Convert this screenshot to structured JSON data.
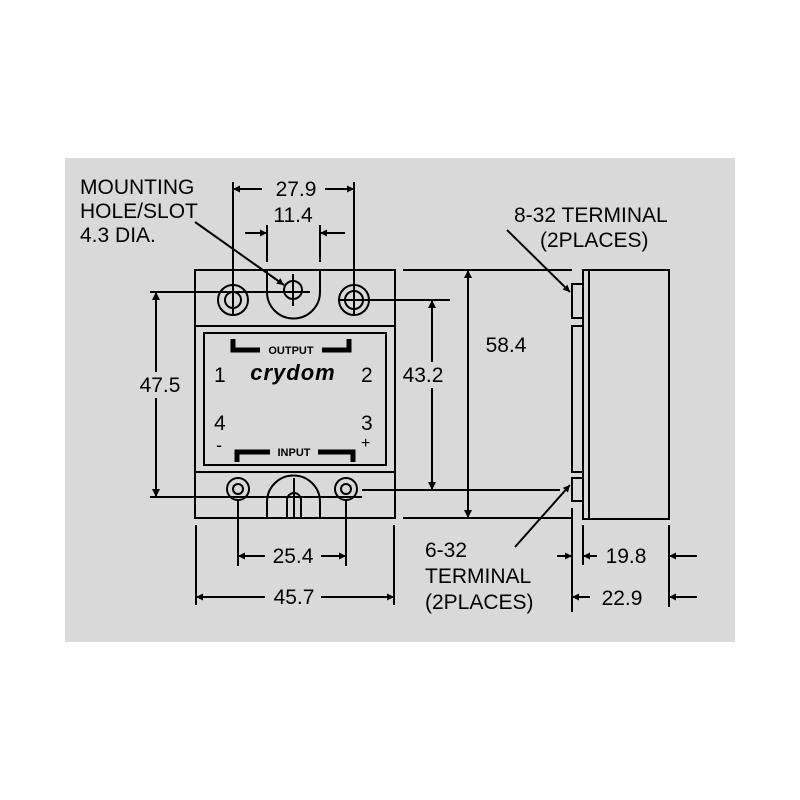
{
  "drawing": {
    "background_color": "#d9d9d9",
    "callouts": {
      "mounting_hole": [
        "MOUNTING",
        "HOLE/SLOT",
        "4.3 DIA."
      ],
      "terminal_8_32": [
        "8-32 TERMINAL",
        "(2PLACES)"
      ],
      "terminal_6_32": [
        "6-32",
        "TERMINAL",
        "(2PLACES)"
      ]
    },
    "dimensions": {
      "hole_spacing_top": "27.9",
      "slot_width": "11.4",
      "overall_height": "58.4",
      "hole_spacing_vertical": "43.2",
      "body_height": "47.5",
      "input_terminal_spacing": "25.4",
      "overall_width": "45.7",
      "side_depth_body": "19.8",
      "side_depth_overall": "22.9"
    },
    "label": {
      "output": "OUTPUT",
      "input": "INPUT",
      "brand": "crydom",
      "pin1": "1",
      "pin2": "2",
      "pin3": "3",
      "pin4": "4",
      "minus": "-",
      "plus": "+"
    }
  }
}
